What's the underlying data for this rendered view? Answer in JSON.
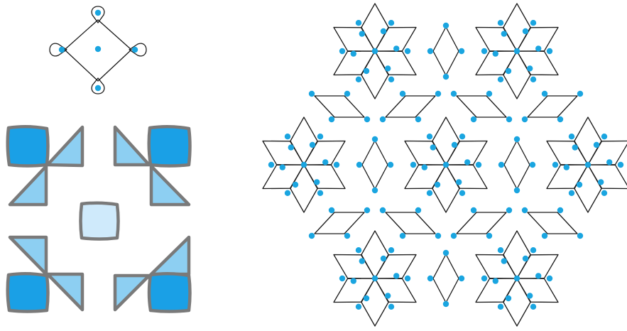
{
  "colors": {
    "line": "#1a1a1a",
    "dot": "#1aa5e0",
    "tile_dark": "#1aa0e6",
    "tile_mid": "#8dcff2",
    "tile_light": "#cfeafb",
    "tile_edge": "#7a7a7a"
  },
  "figures": {
    "motif": "rangoli-motif",
    "tiles": "square-tile-pattern",
    "kolam": "star-and-rhombus-dot-kolam"
  }
}
